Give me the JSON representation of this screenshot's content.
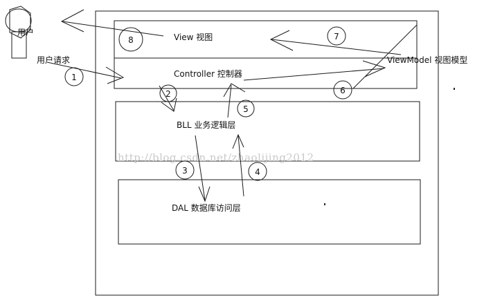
{
  "labels": {
    "user": "用户",
    "user_request": "用户请求",
    "view": "View  视图",
    "controller": "Controller  控制器",
    "viewmodel": "ViewModel  视图模型",
    "bll": "BLL  业务逻辑层",
    "dal": "DAL  数据库访问层"
  },
  "watermark": "http://blog.csdn.net/zhaolijing2012",
  "step_numbers": {
    "s1": "1",
    "s2": "2",
    "s3": "3",
    "s4": "4",
    "s5": "5",
    "s6": "6",
    "s7": "7",
    "s8": "8"
  }
}
